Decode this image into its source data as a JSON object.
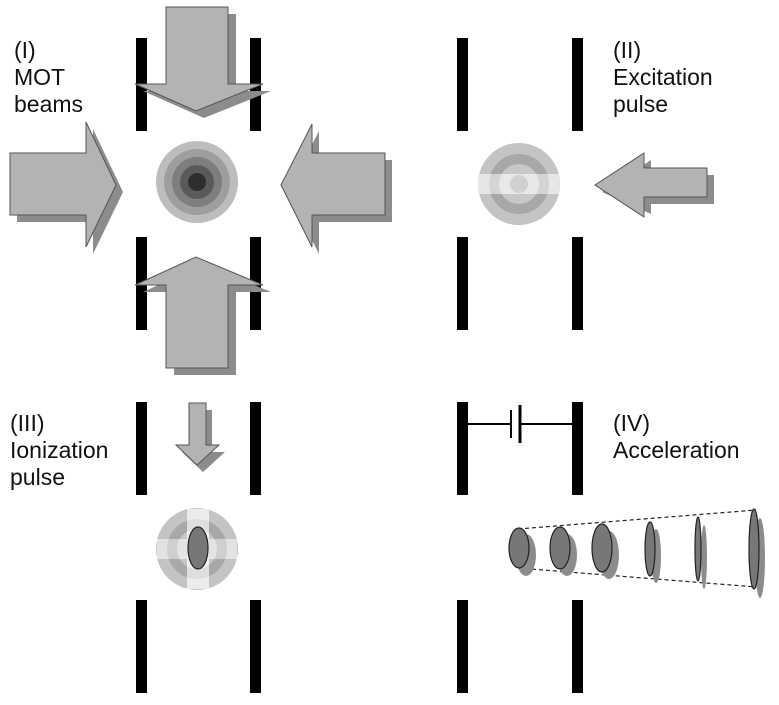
{
  "panels": [
    {
      "id": "I",
      "label_lines": [
        "(I)",
        "MOT",
        "beams"
      ]
    },
    {
      "id": "II",
      "label_lines": [
        "(II)",
        "Excitation",
        "pulse"
      ]
    },
    {
      "id": "III",
      "label_lines": [
        "(III)",
        "Ionization",
        "pulse"
      ]
    },
    {
      "id": "IV",
      "label_lines": [
        "(IV)",
        "Acceleration"
      ]
    }
  ],
  "colors": {
    "electrode": "#000000",
    "arrow_fill": "#b3b3b3",
    "arrow_shadow": "#8c8c8c",
    "cloud_rings": [
      "#bdbdbd",
      "#9e9e9e",
      "#7e7e7e",
      "#5a5a5a",
      "#2e2e2e"
    ],
    "excited_rings": [
      "#c4c4c4",
      "#a8a8a8",
      "#dcdcdc",
      "#ececec"
    ],
    "ion_fill": "#777777"
  }
}
